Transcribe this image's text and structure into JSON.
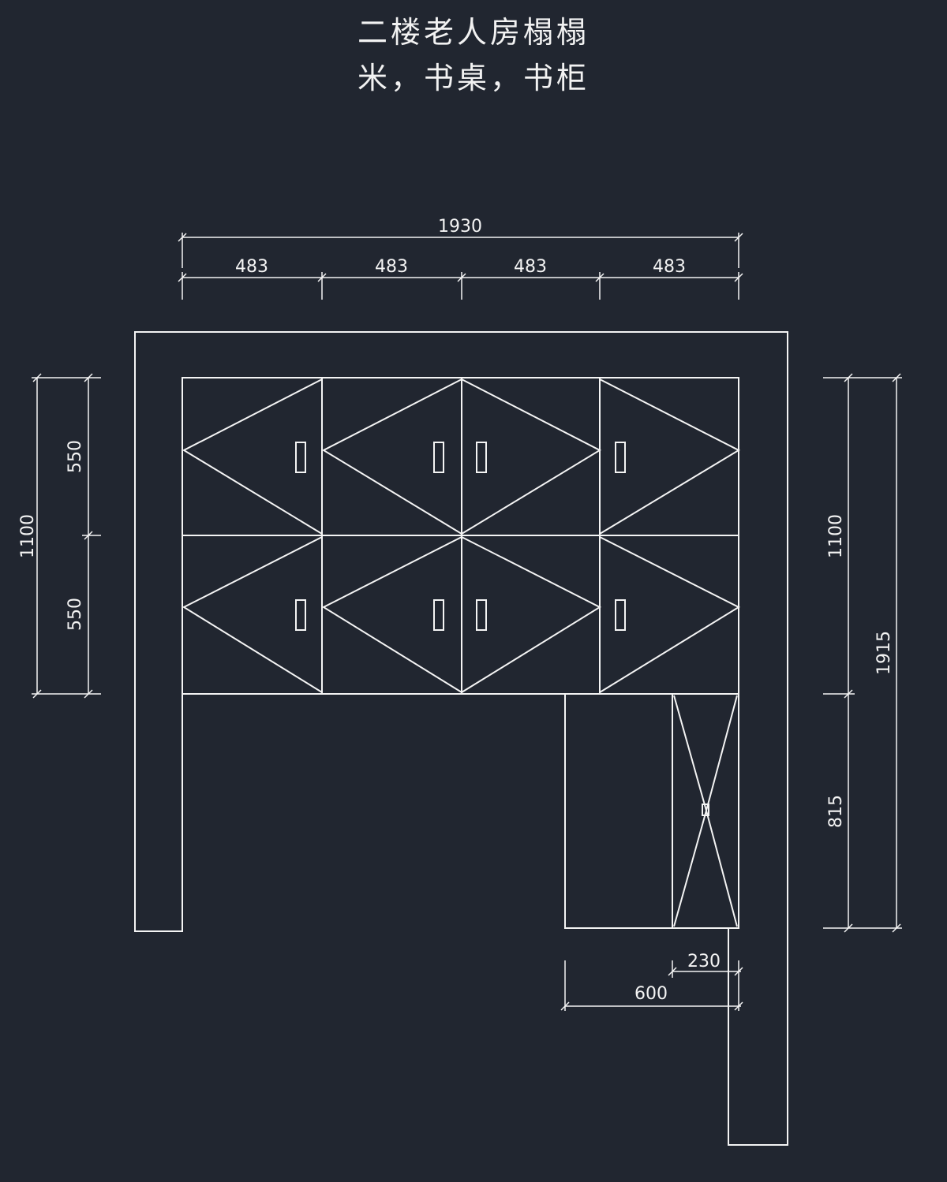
{
  "title": {
    "line1": "二楼老人房榻榻",
    "line2": "米，书桌，书柜"
  },
  "dimensions": {
    "total_width": "1930",
    "panel_width": [
      "483",
      "483",
      "483",
      "483"
    ],
    "left_total_height": "1100",
    "left_upper": "550",
    "left_lower": "550",
    "right_upper": "1100",
    "right_total": "1915",
    "right_lower": "815",
    "desk_depth": "600",
    "shelf_depth": "230"
  },
  "colors": {
    "background": "#212630",
    "line": "#f4f4f4"
  }
}
